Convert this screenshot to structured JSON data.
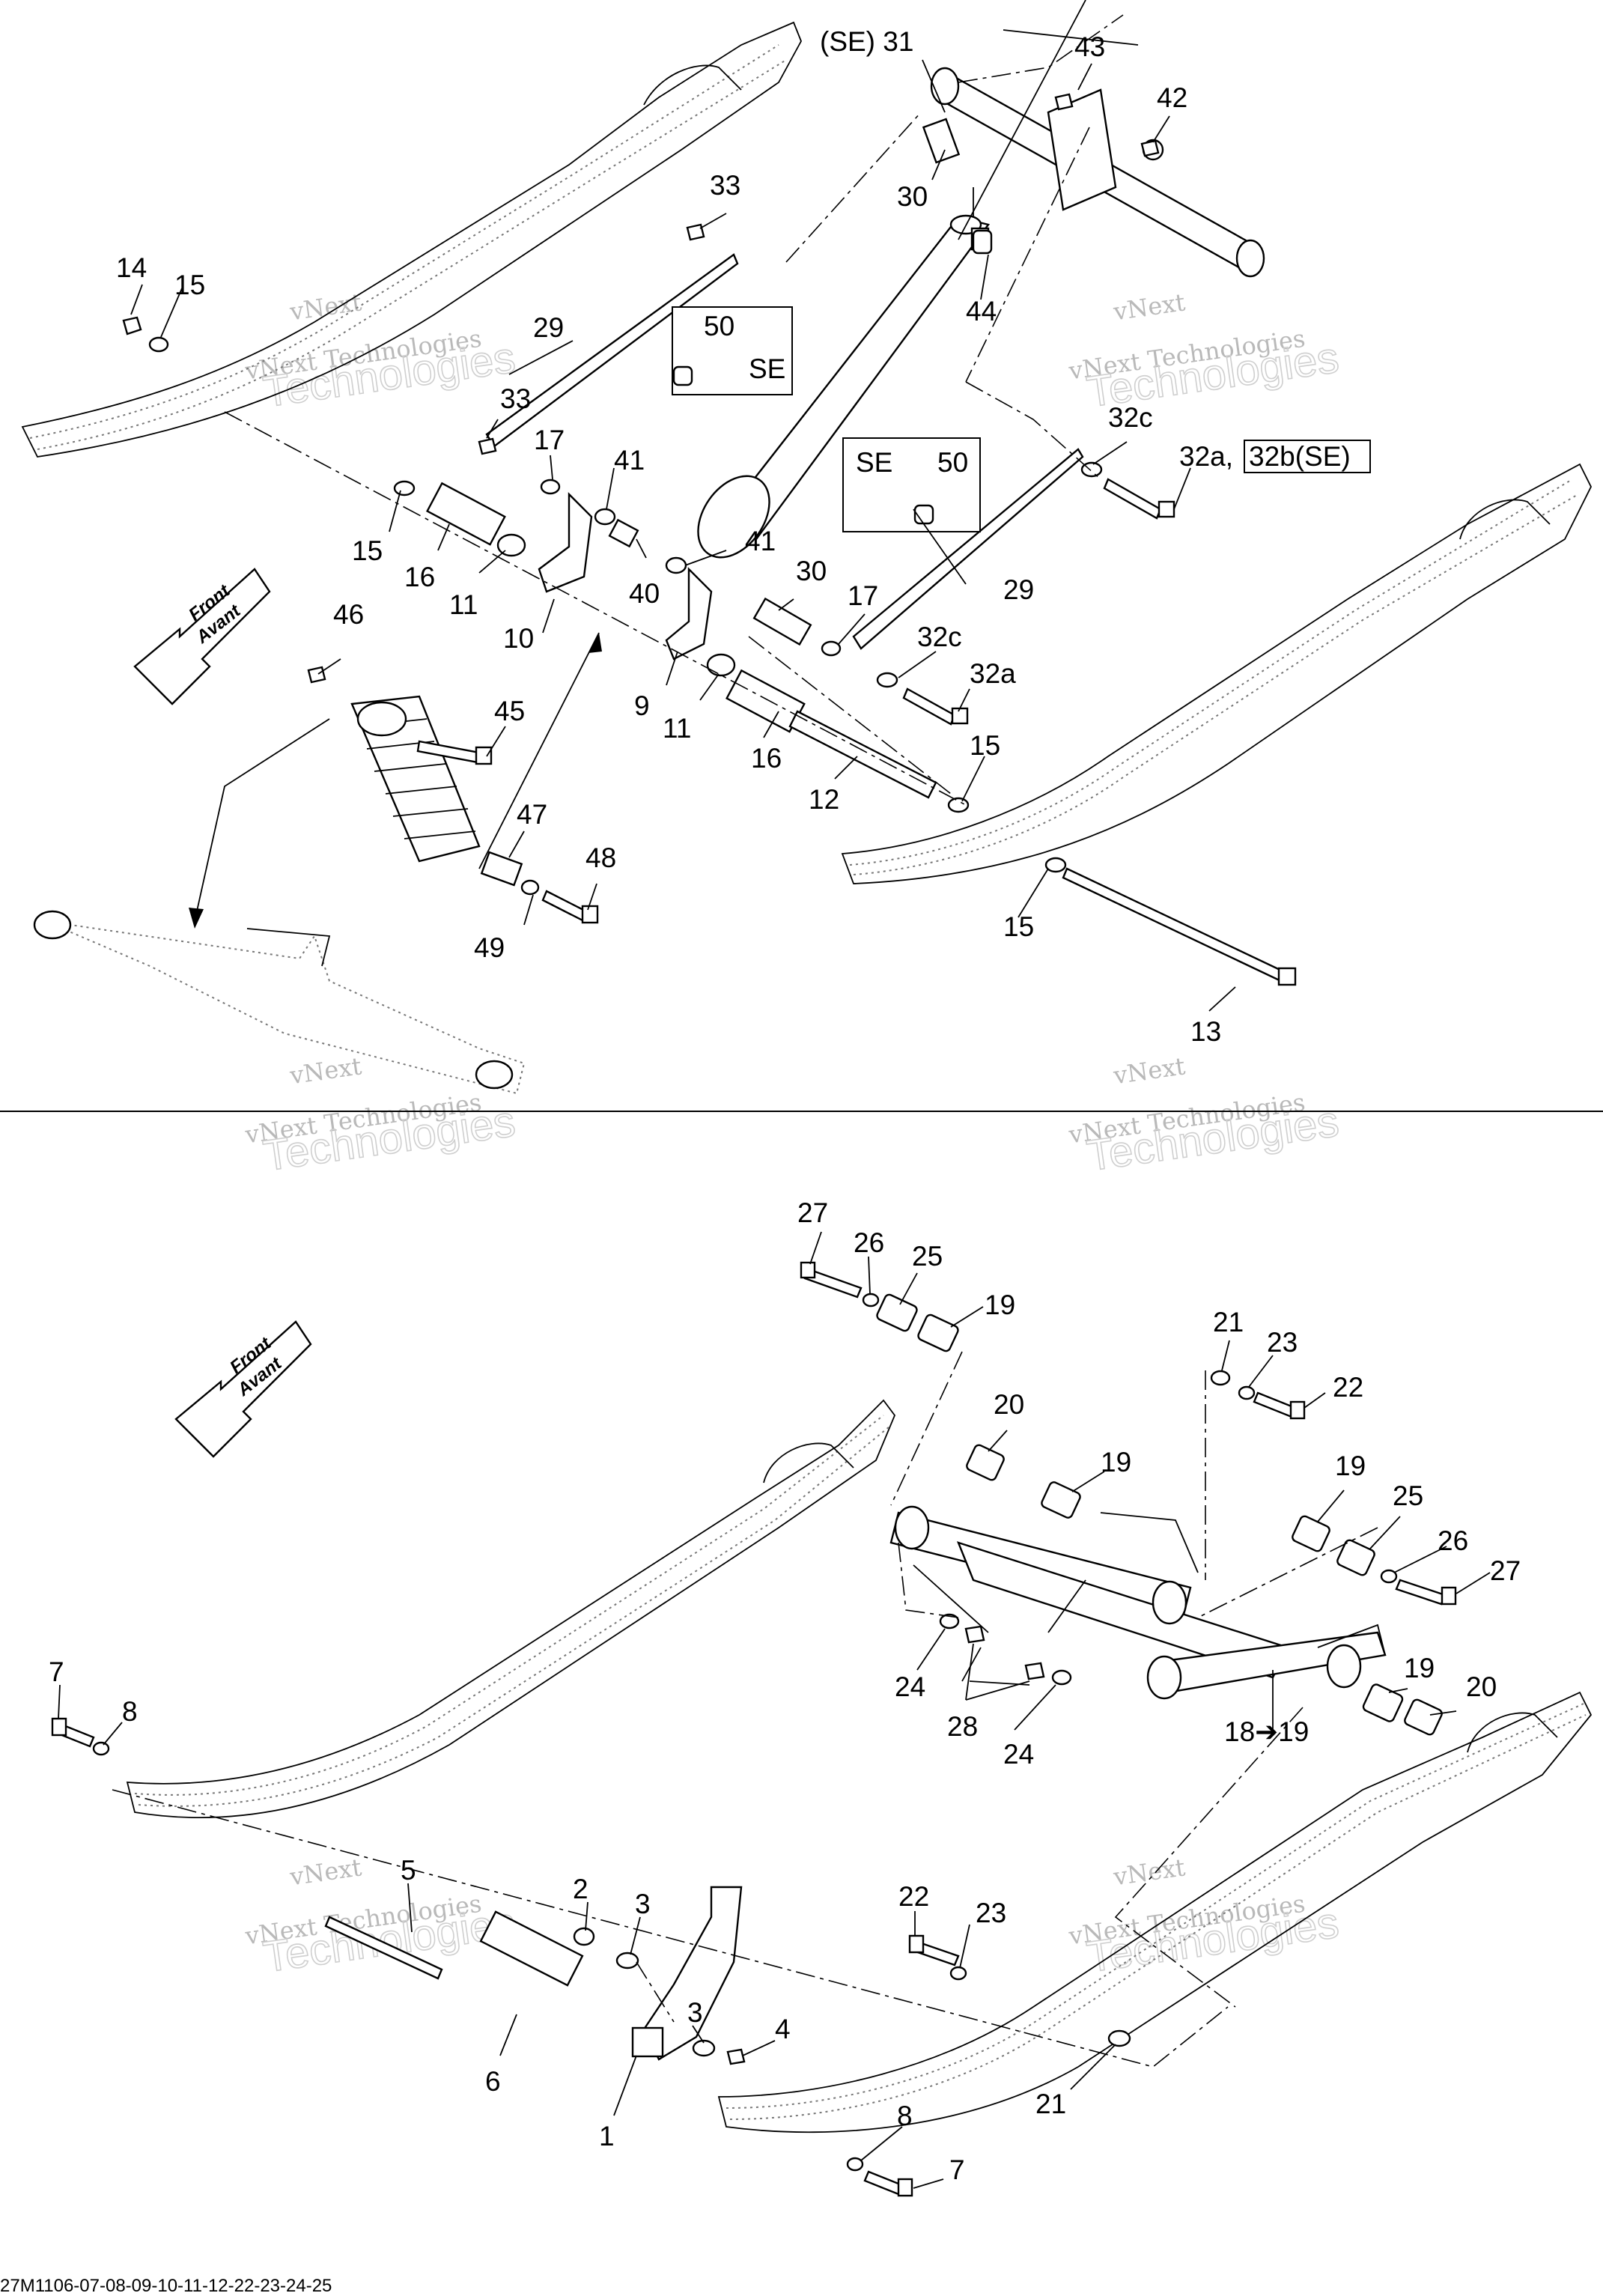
{
  "labels": {
    "l1": "1",
    "l2": "2",
    "l3a": "3",
    "l3b": "3",
    "l4": "4",
    "l5": "5",
    "l6": "6",
    "l7a": "7",
    "l7b": "7",
    "l8a": "8",
    "l8b": "8",
    "l9": "9",
    "l10": "10",
    "l11a": "11",
    "l11b": "11",
    "l12": "12",
    "l13": "13",
    "l14": "14",
    "l15a": "15",
    "l15b": "15",
    "l15c": "15",
    "l15d": "15",
    "l16a": "16",
    "l16b": "16",
    "l17a": "17",
    "l17b": "17",
    "l1819": "18➔19",
    "l19a": "19",
    "l19b": "19",
    "l19c": "19",
    "l19d": "19",
    "l20a": "20",
    "l20b": "20",
    "l21a": "21",
    "l21b": "21",
    "l22a": "22",
    "l22b": "22",
    "l23a": "23",
    "l23b": "23",
    "l24a": "24",
    "l24b": "24",
    "l25a": "25",
    "l25b": "25",
    "l26a": "26",
    "l26b": "26",
    "l27a": "27",
    "l27b": "27",
    "l28": "28",
    "l29a": "29",
    "l29b": "29",
    "l30a": "30",
    "l30b": "30",
    "l31": "(SE) 31",
    "l32a": "32a",
    "l32ab": "32a,",
    "l32b": "32b(SE)",
    "l32ca": "32c",
    "l32cb": "32c",
    "l33a": "33",
    "l33b": "33",
    "l40": "40",
    "l41a": "41",
    "l41b": "41",
    "l42": "42",
    "l43": "43",
    "l44": "44",
    "l45": "45",
    "l46": "46",
    "l47": "47",
    "l48": "48",
    "l49": "49",
    "box1_num": "50",
    "box1_tag": "SE",
    "box2_num": "50",
    "box2_tag": "SE"
  },
  "front_arrow": {
    "line1": "Front",
    "line2": "Avant"
  },
  "watermark": {
    "line1": "vNext",
    "line2": "vNext Technologies",
    "line3": "Technologies"
  },
  "reference_code": "27M1106-07-08-09-10-11-12-22-23-24-25"
}
